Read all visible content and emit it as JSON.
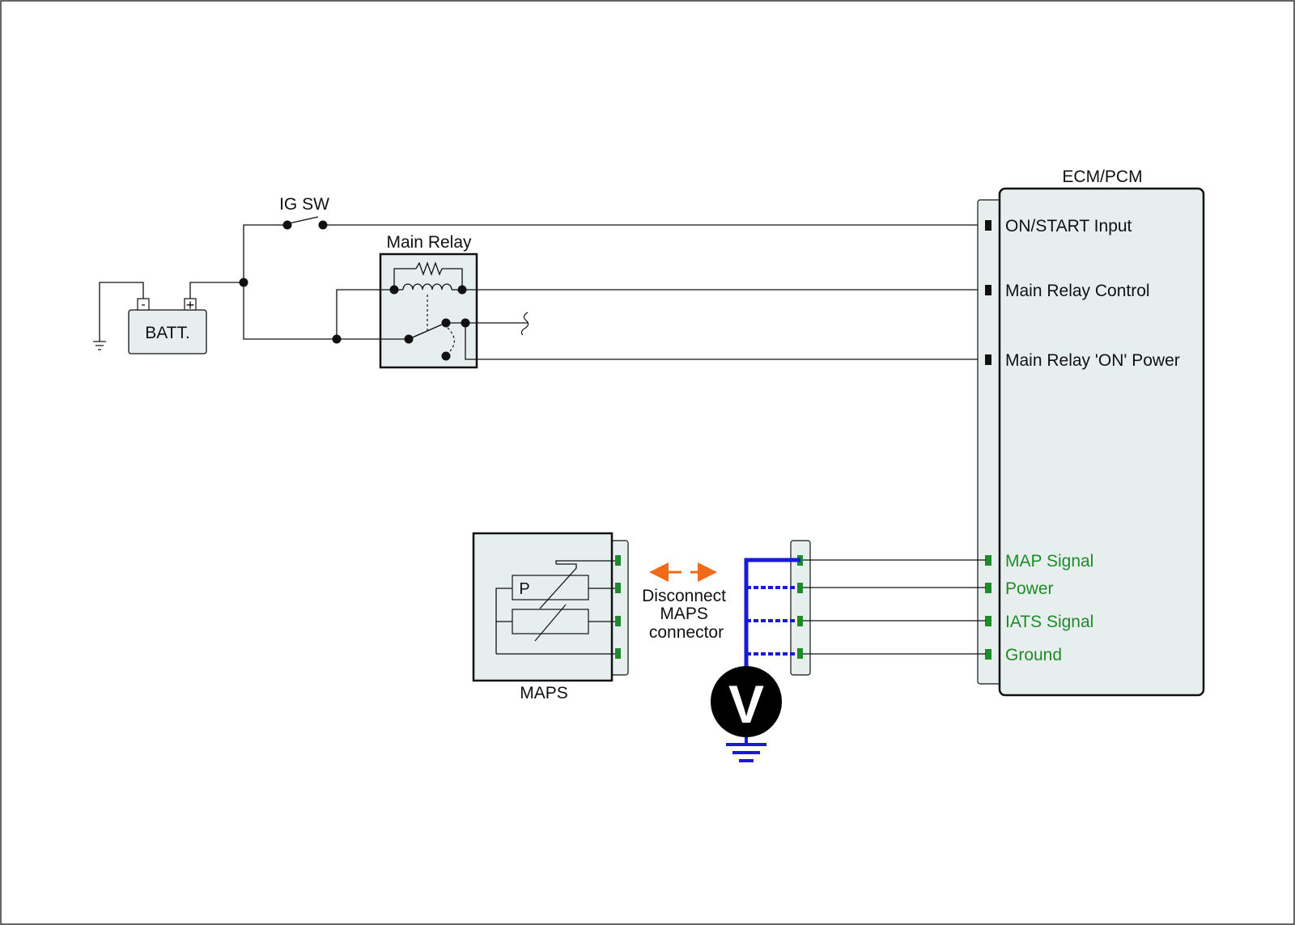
{
  "colors": {
    "component_fill": "#e7efee",
    "wire": "#111111",
    "pin_green": "#1f8a2a",
    "label_green": "#1f8a2a",
    "meter_lead_blue": "#1a1ad6",
    "arrow_orange": "#f06a1a",
    "meter_fill": "#000000"
  },
  "battery": {
    "label": "BATT.",
    "minus": "-",
    "plus": "+"
  },
  "ig_switch": {
    "label": "IG SW"
  },
  "main_relay": {
    "label": "Main Relay"
  },
  "ecm": {
    "label": "ECM/PCM",
    "pins": [
      {
        "label": "ON/START Input",
        "color": "black"
      },
      {
        "label": "Main Relay Control",
        "color": "black"
      },
      {
        "label": "Main Relay 'ON' Power",
        "color": "black"
      },
      {
        "label": "MAP Signal",
        "color": "green"
      },
      {
        "label": "Power",
        "color": "green"
      },
      {
        "label": "IATS Signal",
        "color": "green"
      },
      {
        "label": "Ground",
        "color": "green"
      }
    ]
  },
  "maps": {
    "label": "MAPS",
    "pressure_symbol": "P"
  },
  "note": {
    "lines": [
      "Disconnect",
      "MAPS",
      "connector"
    ]
  },
  "voltmeter": {
    "symbol": "V",
    "icon": "voltmeter-icon"
  }
}
